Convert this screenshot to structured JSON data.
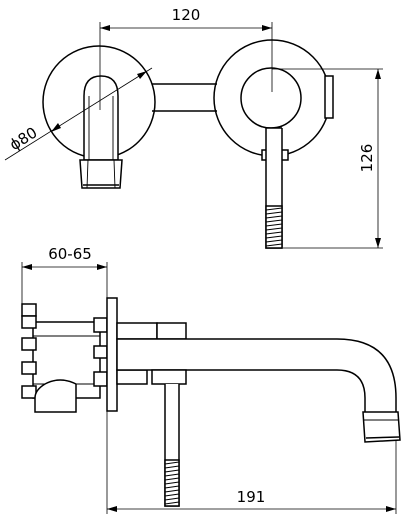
{
  "drawing": {
    "dimensions": {
      "spacing": "120",
      "diameter": "ϕ80",
      "height": "126",
      "depth": "60-65",
      "reach": "191"
    },
    "colors": {
      "line": "#000000",
      "background": "#ffffff"
    }
  }
}
